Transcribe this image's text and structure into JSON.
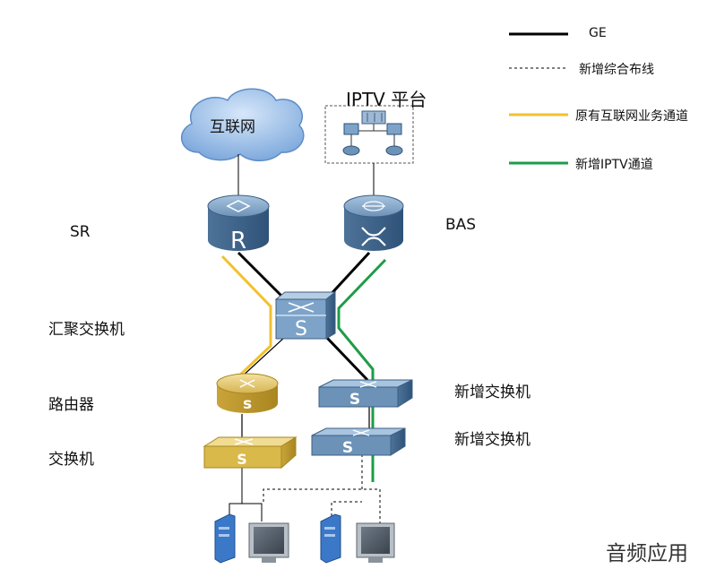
{
  "legend": {
    "ge": "GE",
    "new_cabling": "新增综合布线",
    "orig_internet": "原有互联网业务通道",
    "new_iptv": "新增IPTV通道"
  },
  "labels": {
    "internet": "互联网",
    "iptv_platform": "IPTV 平台",
    "sr": "SR",
    "bas": "BAS",
    "agg_switch": "汇聚交换机",
    "router": "路由器",
    "switch": "交换机",
    "new_switch_1": "新增交换机",
    "new_switch_2": "新增交换机"
  },
  "device_letters": {
    "router": "R",
    "switch": "S",
    "small_s": "s"
  },
  "watermark": "音频应用",
  "colors": {
    "ge": "#000000",
    "internet_path": "#f2c12e",
    "iptv_path": "#1e9c47",
    "blue_device": "#5a7fa3",
    "gold_device": "#d9b94a",
    "cloud": "#8fb5e3"
  }
}
